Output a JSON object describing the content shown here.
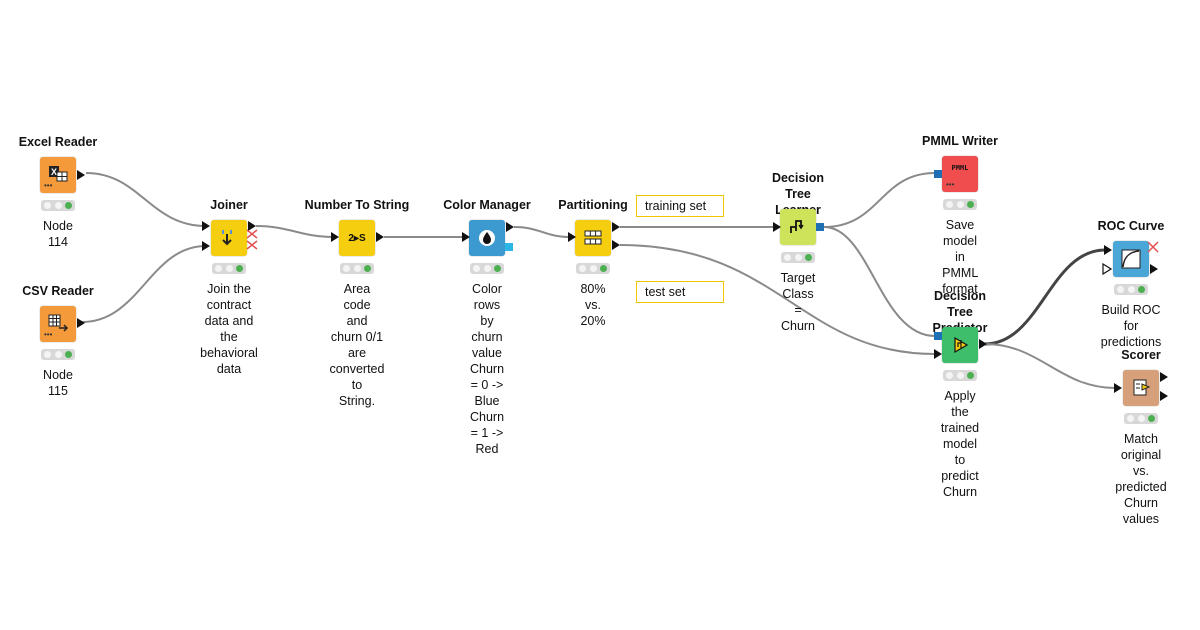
{
  "colors": {
    "reader": "#f59a3b",
    "manipulator": "#f5cf0f",
    "color_manager": "#3c9ad1",
    "learner": "#cfe35a",
    "predictor": "#3ebd6a",
    "writer": "#f04e4e",
    "roc": "#4aa6d6",
    "scorer": "#d6a07a",
    "connection": "#8a8a8a",
    "connection_bold": "#444444",
    "annotation_border": "#f3c300",
    "status_green": "#4caf50",
    "status_off": "#f4f4f4"
  },
  "nodes": {
    "excel_reader": {
      "title": "Excel Reader",
      "description": "Node 114",
      "icon": "excel-table-icon"
    },
    "csv_reader": {
      "title": "CSV Reader",
      "description": "Node 115",
      "icon": "csv-table-icon"
    },
    "joiner": {
      "title": "Joiner",
      "description": "Join the contract\ndata and the\nbehavioral data",
      "icon": "join-icon"
    },
    "number_to_string": {
      "title": "Number To String",
      "description": "Area code\nand churn 0/1\nare converted to\nString.",
      "icon": "number-to-string-icon",
      "glyph": "2▸S"
    },
    "color_manager": {
      "title": "Color Manager",
      "description": "Color rows by churn value\nChurn = 0 -> Blue\nChurn = 1 -> Red",
      "icon": "color-drop-icon"
    },
    "partitioning": {
      "title": "Partitioning",
      "description": "80%\nvs.\n20%",
      "icon": "partition-icon"
    },
    "tree_learner": {
      "title": "Decision\nTree Learner",
      "description": "Target Class\n= Churn",
      "icon": "tree-icon"
    },
    "pmml_writer": {
      "title": "PMML Writer",
      "description": "Save model in\nPMML format",
      "icon": "pmml-icon",
      "glyph": "PMML"
    },
    "tree_predictor": {
      "title": "Decision Tree\nPredictor",
      "description": "Apply the\ntrained model\nto predict Churn",
      "icon": "predictor-icon"
    },
    "roc_curve": {
      "title": "ROC Curve",
      "description": "Build ROC\nfor predictions",
      "icon": "roc-curve-icon"
    },
    "scorer": {
      "title": "Scorer",
      "description": "Match\noriginal vs.\npredicted\nChurn values",
      "icon": "scorer-icon"
    }
  },
  "annotations": {
    "training": "training set",
    "test": "test set"
  }
}
